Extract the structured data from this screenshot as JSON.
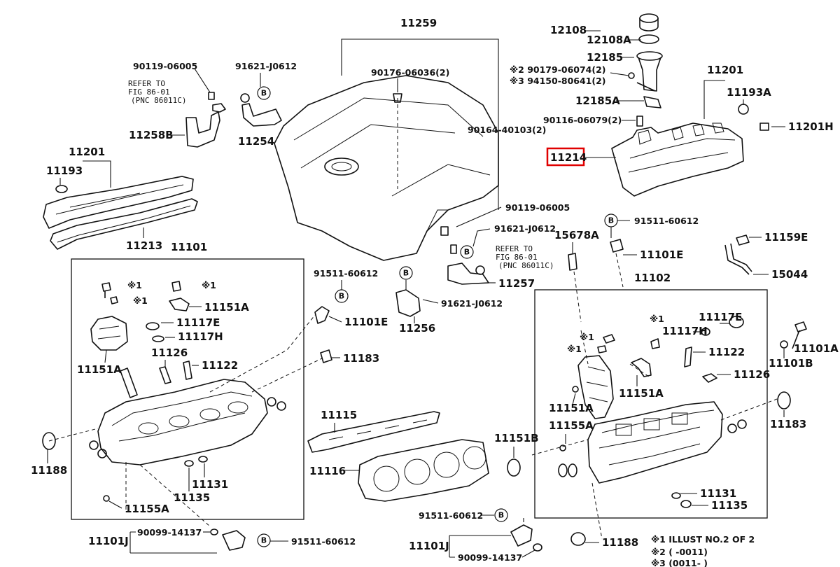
{
  "labels": {
    "p11259": "11259",
    "p12108": "12108",
    "p12108a": "12108A",
    "p12185": "12185",
    "m2_90179": "※2 90179-06074(2)",
    "m3_94150": "※3 94150-80641(2)",
    "p11201_right": "11201",
    "p11193a": "11193A",
    "p12185a": "12185A",
    "p90116": "90116-06079(2)",
    "p11201h": "11201H",
    "p11214": "11214",
    "p90164": "90164-40103(2)",
    "p90176": "90176-06036(2)",
    "p90119_top": "90119-06005",
    "refer_top_1": "REFER TO",
    "refer_top_2": "FIG 86-01",
    "refer_top_3": "(PNC 86011C)",
    "p91621_top": "91621-J0612",
    "p11258b": "11258B",
    "p11254": "11254",
    "p11201_left": "11201",
    "p11193": "11193",
    "p11213": "11213",
    "p11101": "11101",
    "p90119_mid": "90119-06005",
    "p91621_mid": "91621-J0612",
    "refer_mid_1": "REFER TO",
    "refer_mid_2": "FIG 86-01",
    "refer_mid_3": "(PNC 86011C)",
    "p11257": "11257",
    "p91511_mid": "91511-60612",
    "p11101e_left": "11101E",
    "p91621_lower": "91621-J0612",
    "p11256": "11256",
    "p11183_left": "11183",
    "p15678a": "15678A",
    "p91511_right": "91511-60612",
    "p11101e_right": "11101E",
    "p11159e": "11159E",
    "p15044": "15044",
    "p11102": "11102",
    "p11151a_l1": "11151A",
    "p11117e_l": "11117E",
    "p11117h_l": "11117H",
    "p11151a_l2": "11151A",
    "p11126_l": "11126",
    "p11122_l": "11122",
    "p11188": "11188",
    "p11131_l": "11131",
    "p11135_l": "11135",
    "p11155a_l": "11155A",
    "p11115": "11115",
    "p11116": "11116",
    "p11151b": "11151B",
    "p11117e_r": "11117E",
    "p11117h_r": "11117H",
    "p11122_r": "11122",
    "p11101a": "11101A",
    "p11101b": "11101B",
    "p11126_r": "11126",
    "p11151a_r1": "11151A",
    "p11151a_r2": "11151A",
    "p11155a_r": "11155A",
    "p11183_right": "11183",
    "p11131_r": "11131",
    "p11135_r": "11135",
    "p90099_left": "90099-14137",
    "p11101j_left": "11101J",
    "p91511_bl": "91511-60612",
    "p91511_bm": "91511-60612",
    "p11101j_right": "11101J",
    "p90099_right": "90099-14137",
    "p11188_bottom": "11188",
    "mark1": "※1",
    "note1": "※1  ILLUST NO.2 OF 2",
    "note2": "※2  (      -0011)",
    "note3": "※3  (0011-      )",
    "badge_b": "B"
  },
  "highlight": {
    "part": "11214",
    "color": "#e00000"
  }
}
